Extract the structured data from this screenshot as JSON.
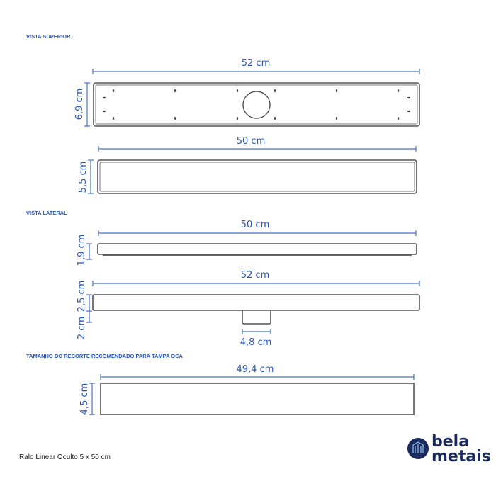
{
  "sections": {
    "top_view": "VISTA SUPERIOR",
    "side_view": "VISTA LATERAL",
    "cutout": "TAMANHO DO RECORTE  RECOMENDADO PARA TAMPA OCA"
  },
  "dimensions": {
    "top_width": "52 cm",
    "top_height": "6,9 cm",
    "grate_width": "50 cm",
    "grate_height": "5,5 cm",
    "side_grate_width": "50 cm",
    "side_grate_height": "1,9 cm",
    "side_body_width": "52 cm",
    "side_body_height": "2,5 cm",
    "outlet_height": "2 cm",
    "outlet_width": "4,8 cm",
    "cutout_width": "49,4 cm",
    "cutout_height": "4,5 cm"
  },
  "footer": {
    "product_name": "Ralo Linear Oculto 5 x 50 cm"
  },
  "brand": {
    "line1": "bela",
    "line2": "metais",
    "color": "#1b2a5e"
  }
}
